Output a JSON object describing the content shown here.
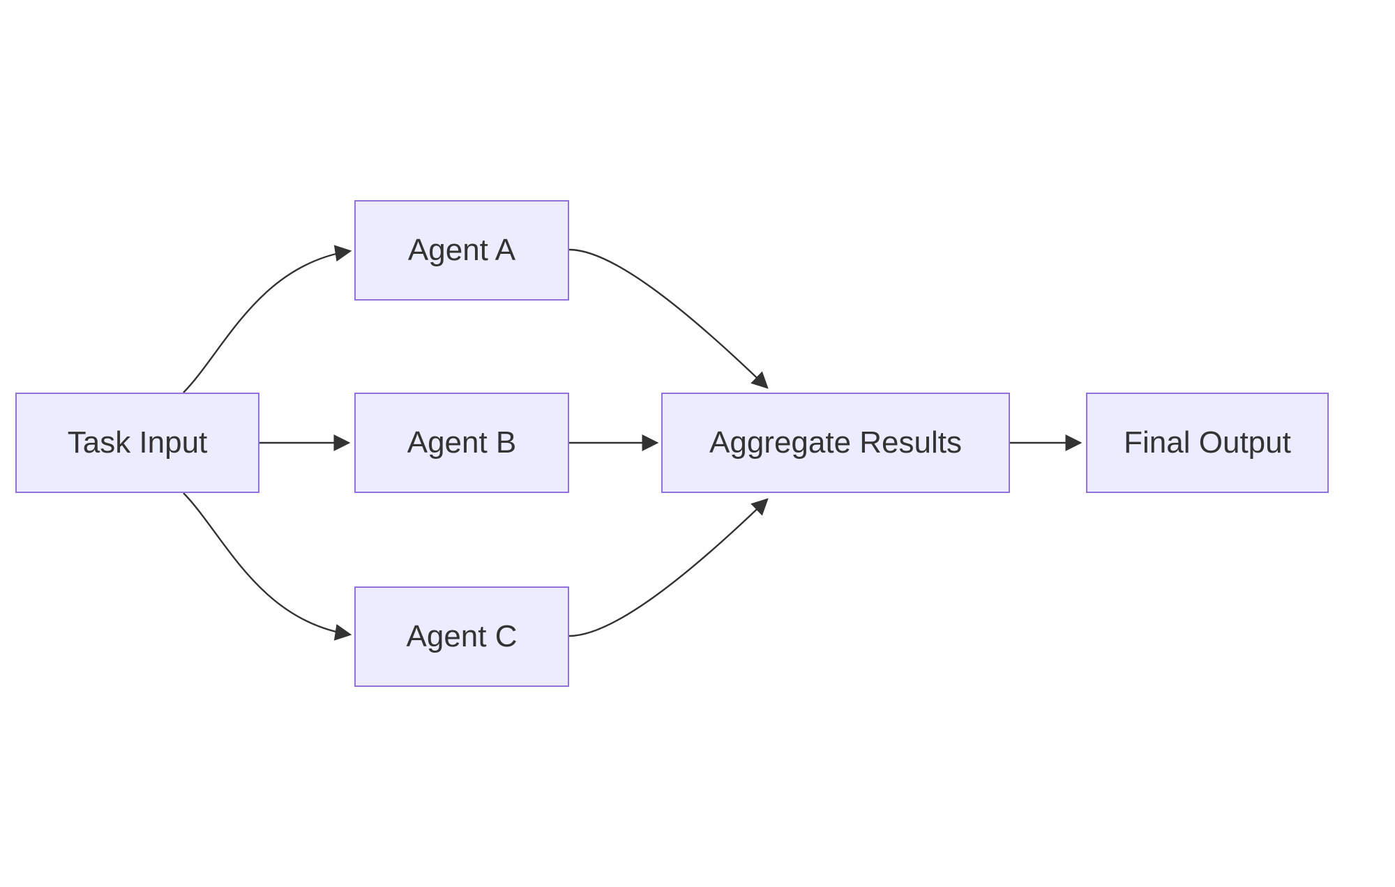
{
  "diagram": {
    "type": "flowchart",
    "direction": "left-to-right",
    "theme": {
      "background": "#ffffff",
      "node_fill": "#ECECFF",
      "node_border": "#9370DB",
      "edge_color": "#333333",
      "text_color": "#333333"
    },
    "nodes": [
      {
        "id": "task_input",
        "label": "Task Input"
      },
      {
        "id": "agent_a",
        "label": "Agent A"
      },
      {
        "id": "agent_b",
        "label": "Agent B"
      },
      {
        "id": "agent_c",
        "label": "Agent C"
      },
      {
        "id": "aggregate",
        "label": "Aggregate Results"
      },
      {
        "id": "final_output",
        "label": "Final Output"
      }
    ],
    "edges": [
      {
        "from": "task_input",
        "to": "agent_a",
        "arrow": "true"
      },
      {
        "from": "task_input",
        "to": "agent_b",
        "arrow": "true"
      },
      {
        "from": "task_input",
        "to": "agent_c",
        "arrow": "true"
      },
      {
        "from": "agent_a",
        "to": "aggregate",
        "arrow": "true"
      },
      {
        "from": "agent_b",
        "to": "aggregate",
        "arrow": "true"
      },
      {
        "from": "agent_c",
        "to": "aggregate",
        "arrow": "true"
      },
      {
        "from": "aggregate",
        "to": "final_output",
        "arrow": "true"
      }
    ]
  }
}
